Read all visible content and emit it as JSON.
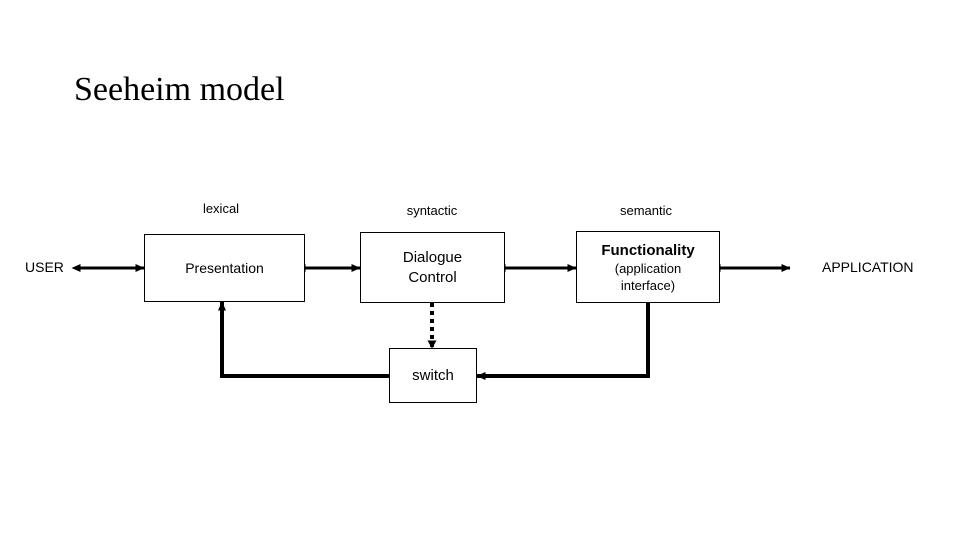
{
  "slide": {
    "title": "Seeheim model",
    "background_color": "#ffffff",
    "line_color": "#000000"
  },
  "layer_labels": [
    {
      "name": "lexical-label",
      "text": "lexical"
    },
    {
      "name": "syntactic-label",
      "text": "syntactic"
    },
    {
      "name": "semantic-label",
      "text": "semantic"
    }
  ],
  "endpoints": {
    "left": "USER",
    "right": "APPLICATION"
  },
  "boxes": {
    "presentation": {
      "label": "Presentation"
    },
    "dialogue": {
      "line1": "Dialogue",
      "line2": "Control"
    },
    "functionality": {
      "line1": "Functionality",
      "line2": "(application",
      "line3": "interface)"
    },
    "switch": {
      "label": "switch"
    }
  },
  "connectors": [
    {
      "name": "user-to-presentation",
      "style": "double-arrow",
      "kind": "solid"
    },
    {
      "name": "presentation-to-dialogue",
      "style": "double-arrow",
      "kind": "solid"
    },
    {
      "name": "dialogue-to-functionality",
      "style": "double-arrow",
      "kind": "solid"
    },
    {
      "name": "functionality-to-application",
      "style": "double-arrow",
      "kind": "solid"
    },
    {
      "name": "dialogue-to-switch",
      "style": "single-arrow",
      "kind": "dotted"
    },
    {
      "name": "functionality-to-switch",
      "style": "single-arrow",
      "kind": "solid"
    },
    {
      "name": "switch-to-presentation",
      "style": "single-arrow",
      "kind": "solid"
    }
  ]
}
